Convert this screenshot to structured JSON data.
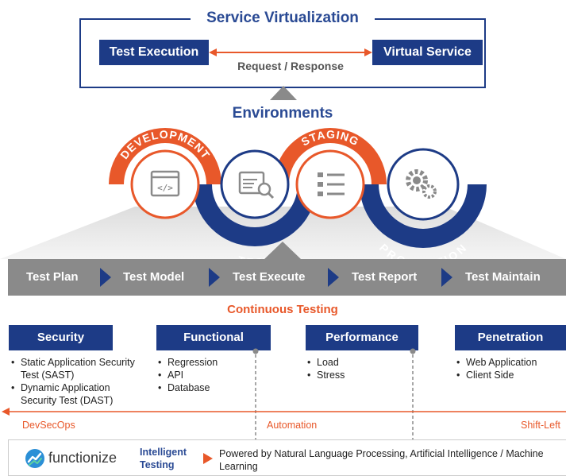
{
  "service_virtualization": {
    "title": "Service Virtualization",
    "test_execution": "Test Execution",
    "virtual_service": "Virtual Service",
    "request_response": "Request / Response"
  },
  "environments": {
    "title": "Environments",
    "stages": [
      "DEVELOPMENT",
      "TEST",
      "STAGING",
      "PRODUCTION"
    ]
  },
  "steps": [
    "Test Plan",
    "Test Model",
    "Test Execute",
    "Test Report",
    "Test Maintain"
  ],
  "continuous_testing": "Continuous Testing",
  "categories": [
    {
      "title": "Security",
      "items": [
        "Static Application Security Test (SAST)",
        "Dynamic Application Security Test (DAST)"
      ]
    },
    {
      "title": "Functional",
      "items": [
        "Regression",
        "API",
        "Database"
      ]
    },
    {
      "title": "Performance",
      "items": [
        "Load",
        "Stress"
      ]
    },
    {
      "title": "Penetration",
      "items": [
        "Web Application",
        "Client Side"
      ]
    }
  ],
  "pipeline": [
    "DevSecOps",
    "Automation",
    "Shift-Left"
  ],
  "footer": {
    "brand": "functionize",
    "intelligent_line1": "Intelligent",
    "intelligent_line2": "Testing",
    "powered_by": "Powered by Natural Language Processing, Artificial Intelligence / Machine Learning"
  },
  "colors": {
    "navy": "#1d3b86",
    "orange": "#e8582a",
    "gray": "#8a8a8a",
    "accent_text": "#2a4a94"
  }
}
